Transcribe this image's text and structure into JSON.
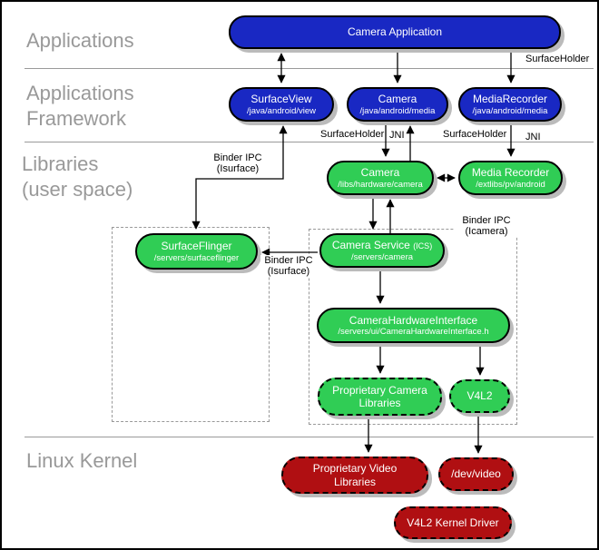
{
  "layers": {
    "applications": "Applications",
    "framework_line1": "Applications",
    "framework_line2": "Framework",
    "libraries_line1": "Libraries",
    "libraries_line2": "(user space)",
    "linux_kernel": "Linux Kernel"
  },
  "nodes": {
    "camera_application": {
      "title": "Camera Application"
    },
    "surfaceview": {
      "title": "SurfaceView",
      "subtitle": "/java/android/view"
    },
    "camera_java": {
      "title": "Camera",
      "subtitle": "/java/android/media"
    },
    "mediarecorder_java": {
      "title": "MediaRecorder",
      "subtitle": "/java/android/media"
    },
    "camera_lib": {
      "title": "Camera",
      "subtitle": "/libs/hardware/camera"
    },
    "media_recorder_lib": {
      "title": "Media Recorder",
      "subtitle": "/extlibs/pv/android"
    },
    "surfaceflinger": {
      "title": "SurfaceFlinger",
      "subtitle": "/servers/surfaceflinger"
    },
    "camera_service": {
      "title": "Camera Service",
      "title_suffix": "(ICS)",
      "subtitle": "/servers/camera"
    },
    "camera_hardware_interface": {
      "title": "CameraHardwareInterface",
      "subtitle": "/servers/ui/CameraHardwareInterface.h"
    },
    "proprietary_camera_libraries": {
      "title": "Proprietary Camera Libraries"
    },
    "v4l2": {
      "title": "V4L2"
    },
    "proprietary_video_libraries": {
      "title": "Proprietary Video Libraries"
    },
    "dev_video": {
      "title": "/dev/video"
    },
    "v4l2_kernel_driver": {
      "title": "V4L2 Kernel Driver"
    }
  },
  "edge_labels": {
    "surfaceholder_top": "SurfaceHolder",
    "surfaceholder_camera": "SurfaceHolder",
    "jni_camera": "JNI",
    "surfaceholder_mediarecorder": "SurfaceHolder",
    "jni_mediarecorder": "JNI",
    "binder_isurface_top_line1": "Binder IPC",
    "binder_isurface_top_line2": "(Isurface)",
    "binder_isurface_mid_line1": "Binder IPC",
    "binder_isurface_mid_line2": "(Isurface)",
    "binder_icamera_line1": "Binder IPC",
    "binder_icamera_line2": "(Icamera)"
  },
  "colors": {
    "framework_blue": "#1928C3",
    "library_green": "#30CD55",
    "kernel_red": "#B00F12",
    "shadow_gray": "#BBBBBB",
    "label_gray": "#999999",
    "line_black": "#000000"
  }
}
